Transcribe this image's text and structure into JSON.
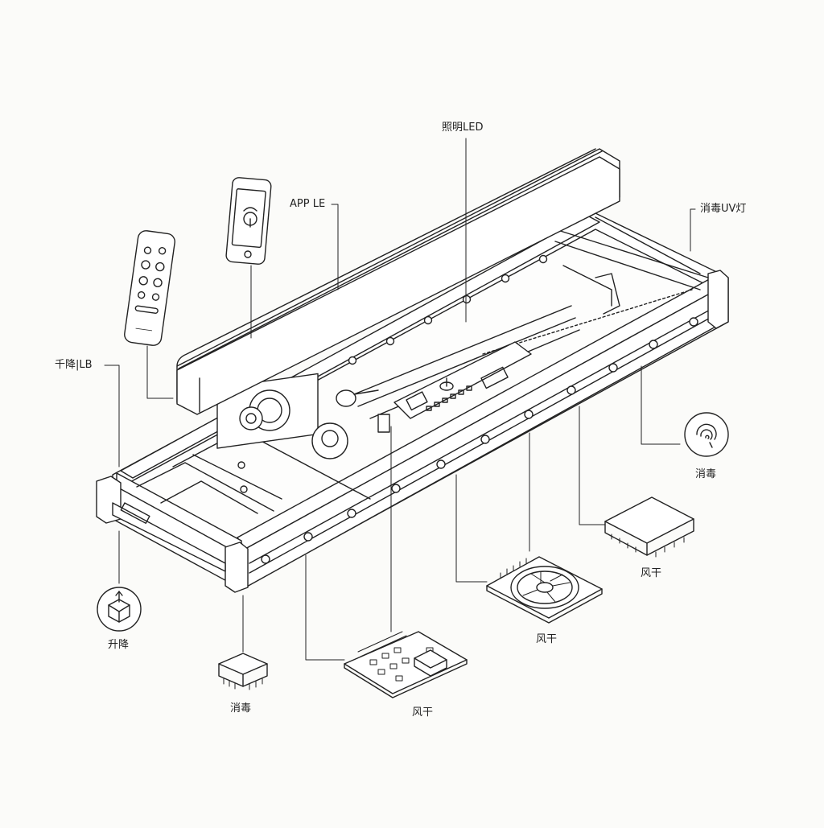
{
  "labels": {
    "lighting_led": "照明LED",
    "app_le": "APP LE",
    "uv_lamp": "消毒UV灯",
    "lift_label": "千降|LB",
    "disinfect_right": "消毒",
    "dry_right": "风干",
    "dry_fan": "风干",
    "lift_bottom": "升降",
    "disinfect_bottom": "消毒",
    "dry_board": "风干"
  },
  "colors": {
    "stroke": "#222222",
    "background": "#fbfbf9",
    "fill": "#ffffff"
  },
  "icons": [
    "remote-control-icon",
    "smartphone-icon",
    "fingerprint-icon",
    "lift-box-icon",
    "fan-icon"
  ]
}
